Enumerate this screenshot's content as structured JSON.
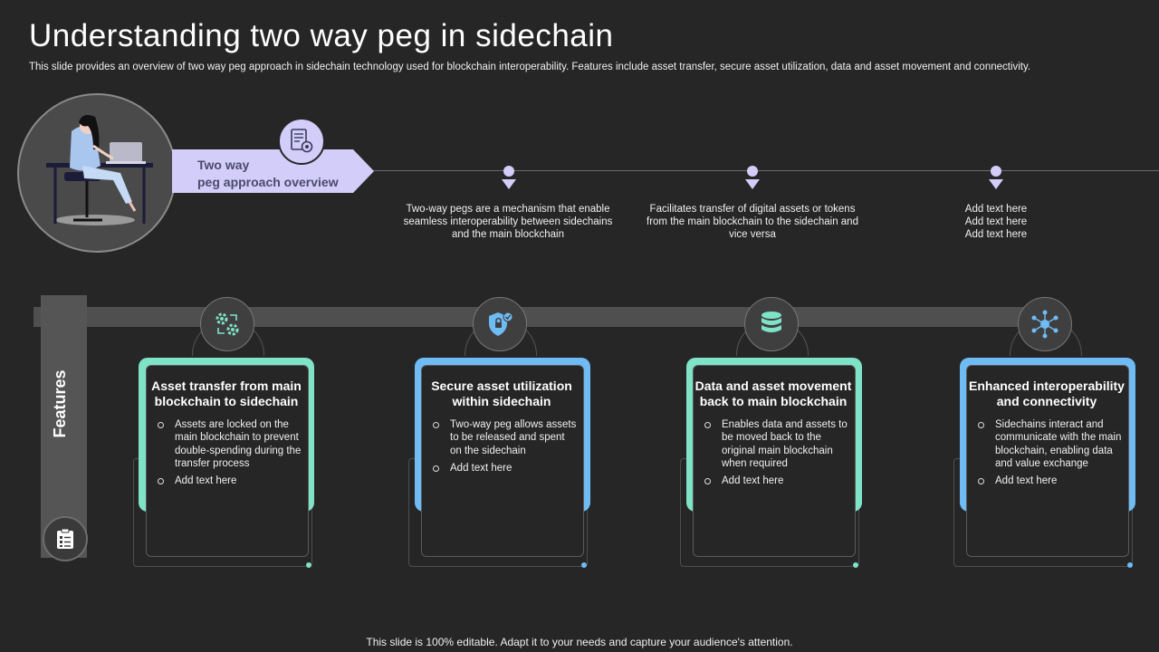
{
  "title": "Understanding two way peg in sidechain",
  "subtitle": "This slide provides an overview of two way peg approach in sidechain technology used for blockchain interoperability. Features include asset transfer, secure asset utilization, data and asset movement and connectivity.",
  "peg": {
    "label_line1": "Two way",
    "label_line2": "peg approach overview",
    "points": [
      "Two-way pegs are a mechanism that enable seamless interoperability between sidechains and the main blockchain",
      "Facilitates transfer of digital assets or tokens from the main blockchain to the sidechain and vice versa",
      "Add text here\nAdd text here\nAdd text here"
    ]
  },
  "features": {
    "label": "Features",
    "cards": [
      {
        "title": "Asset transfer from main blockchain to sidechain",
        "bullets": [
          "Assets are locked on the main blockchain to prevent double-spending during the transfer process",
          "Add text here"
        ],
        "accent": "#7fe3c7",
        "icon": "gears-sync-icon"
      },
      {
        "title": "Secure asset utilization within sidechain",
        "bullets": [
          "Two-way peg allows assets to be released and spent on the sidechain",
          "Add text here"
        ],
        "accent": "#6fbcf5",
        "icon": "shield-check-icon"
      },
      {
        "title": "Data and asset movement back to main blockchain",
        "bullets": [
          "Enables data and assets to be moved back to the original main blockchain when required",
          "Add text here"
        ],
        "accent": "#7fe3c7",
        "icon": "database-icon"
      },
      {
        "title": "Enhanced interoperability and connectivity",
        "bullets": [
          "Sidechains interact and communicate with the main blockchain, enabling data and value exchange",
          "Add text here"
        ],
        "accent": "#6fbcf5",
        "icon": "network-hub-icon"
      }
    ]
  },
  "footer": "This slide is 100% editable. Adapt it to your needs and capture your audience's attention.",
  "colors": {
    "background": "#262626",
    "lavender": "#d3cdfa",
    "mint": "#7fe3c7",
    "blue": "#6fbcf5"
  }
}
